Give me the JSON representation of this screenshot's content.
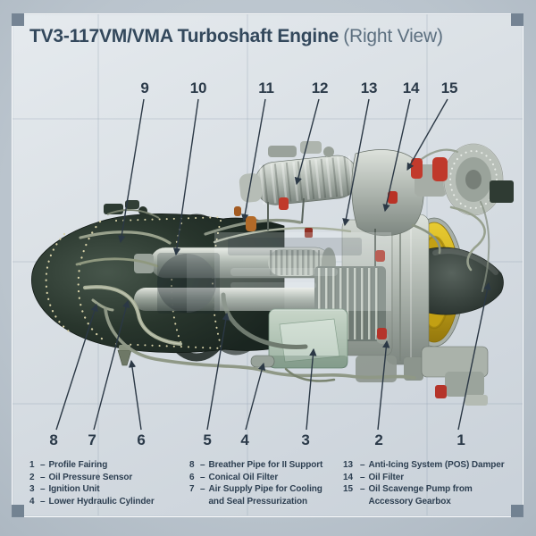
{
  "title": {
    "main": "TV3-117VM/VMA Turboshaft Engine",
    "suffix": "(Right View)"
  },
  "callouts": {
    "top": [
      "9",
      "10",
      "11",
      "12",
      "13",
      "14",
      "15"
    ],
    "bottom": [
      "8",
      "7",
      "6",
      "5",
      "4",
      "3",
      "2",
      "1"
    ]
  },
  "legend": {
    "separator": "–",
    "columns": [
      {
        "items": [
          {
            "num": "1",
            "name": "Profile Fairing"
          },
          {
            "num": "2",
            "name": "Oil Pressure Sensor"
          },
          {
            "num": "3",
            "name": "Ignition Unit"
          },
          {
            "num": "4",
            "name": "Lower Hydraulic Cylinder"
          }
        ]
      },
      {
        "items": [
          {
            "num": "8",
            "name": "Breather Pipe for II Support"
          },
          {
            "num": "6",
            "name": "Conical Oil Filter"
          },
          {
            "num": "7",
            "name": "Air Supply Pipe for Cooling and Seal Pressurization"
          }
        ]
      },
      {
        "items": [
          {
            "num": "13",
            "name": "Anti-Icing System (POS) Damper"
          },
          {
            "num": "14",
            "name": "Oil Filter"
          },
          {
            "num": "15",
            "name": "Oil Scavenge Pump from Accessory Gearbox"
          }
        ]
      }
    ]
  },
  "colors": {
    "title": "#33485c",
    "title_secondary": "#5d7080",
    "callout_number": "#2b3a49",
    "leader_line": "#2b3845",
    "legend_text": "#2d3f51",
    "engine_dark_green": "#232f28",
    "exhaust_ring_yellow": "#d4af1c",
    "tail_cone_gray": "#39423d",
    "cap_red": "#c0392b",
    "cap_orange": "#b36a28",
    "panel_background": "#d9dfe4",
    "outer_background": "#bac4cd",
    "frame_corner": "#68798a"
  }
}
